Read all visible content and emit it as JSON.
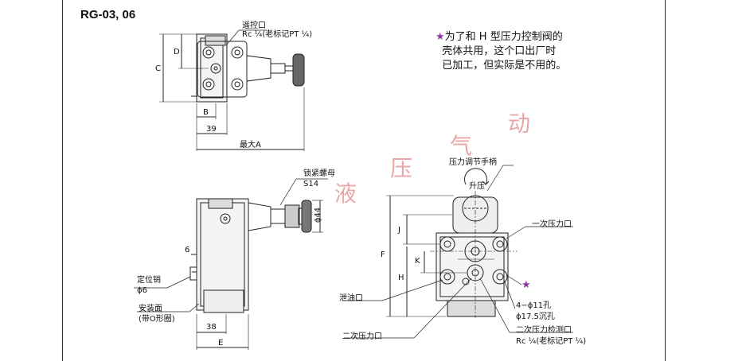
{
  "title": "RG-03, 06",
  "note": {
    "star": "★",
    "lines": [
      "为了和 H 型压力控制阀的",
      "壳体共用，这个口出厂时",
      "已加工，但实际是不用的。"
    ]
  },
  "watermark": [
    "液",
    "压",
    "气",
    "动"
  ],
  "labels": {
    "remote_port": "遥控口",
    "remote_port_spec": "Rc ¹⁄₄(老标记PT ¹⁄₄)",
    "dim_C": "C",
    "dim_D": "D",
    "dim_B": "B",
    "dim_39": "39",
    "dim_maxA": "最大A",
    "lock_nut": "锁紧螺母",
    "lock_nut_size": "S14",
    "dim_phi44": "ϕ44",
    "dim_6": "6",
    "locating_pin": "定位销",
    "locating_pin_size": "ϕ6",
    "mount_face": "安装面",
    "mount_face_note": "(带O形圈)",
    "dim_38": "38",
    "dim_E": "E",
    "pressure_knob": "压力调节手柄",
    "pressure_up": "升压",
    "dim_F": "F",
    "dim_J": "J",
    "dim_K": "K",
    "dim_H": "H",
    "primary_port": "一次压力口",
    "drain_port": "泄油口",
    "bolt_holes": "4−ϕ11孔",
    "counterbore": "ϕ17.5沉孔",
    "secondary_port": "二次压力口",
    "secondary_gauge_port": "二次压力检测口",
    "secondary_gauge_spec": "Rc ¹⁄₄(老标记PT ¹⁄₄)",
    "star_mark": "★"
  },
  "colors": {
    "star": "#8a3a9a",
    "watermark": "#e8a8a8",
    "line": "#222222"
  }
}
